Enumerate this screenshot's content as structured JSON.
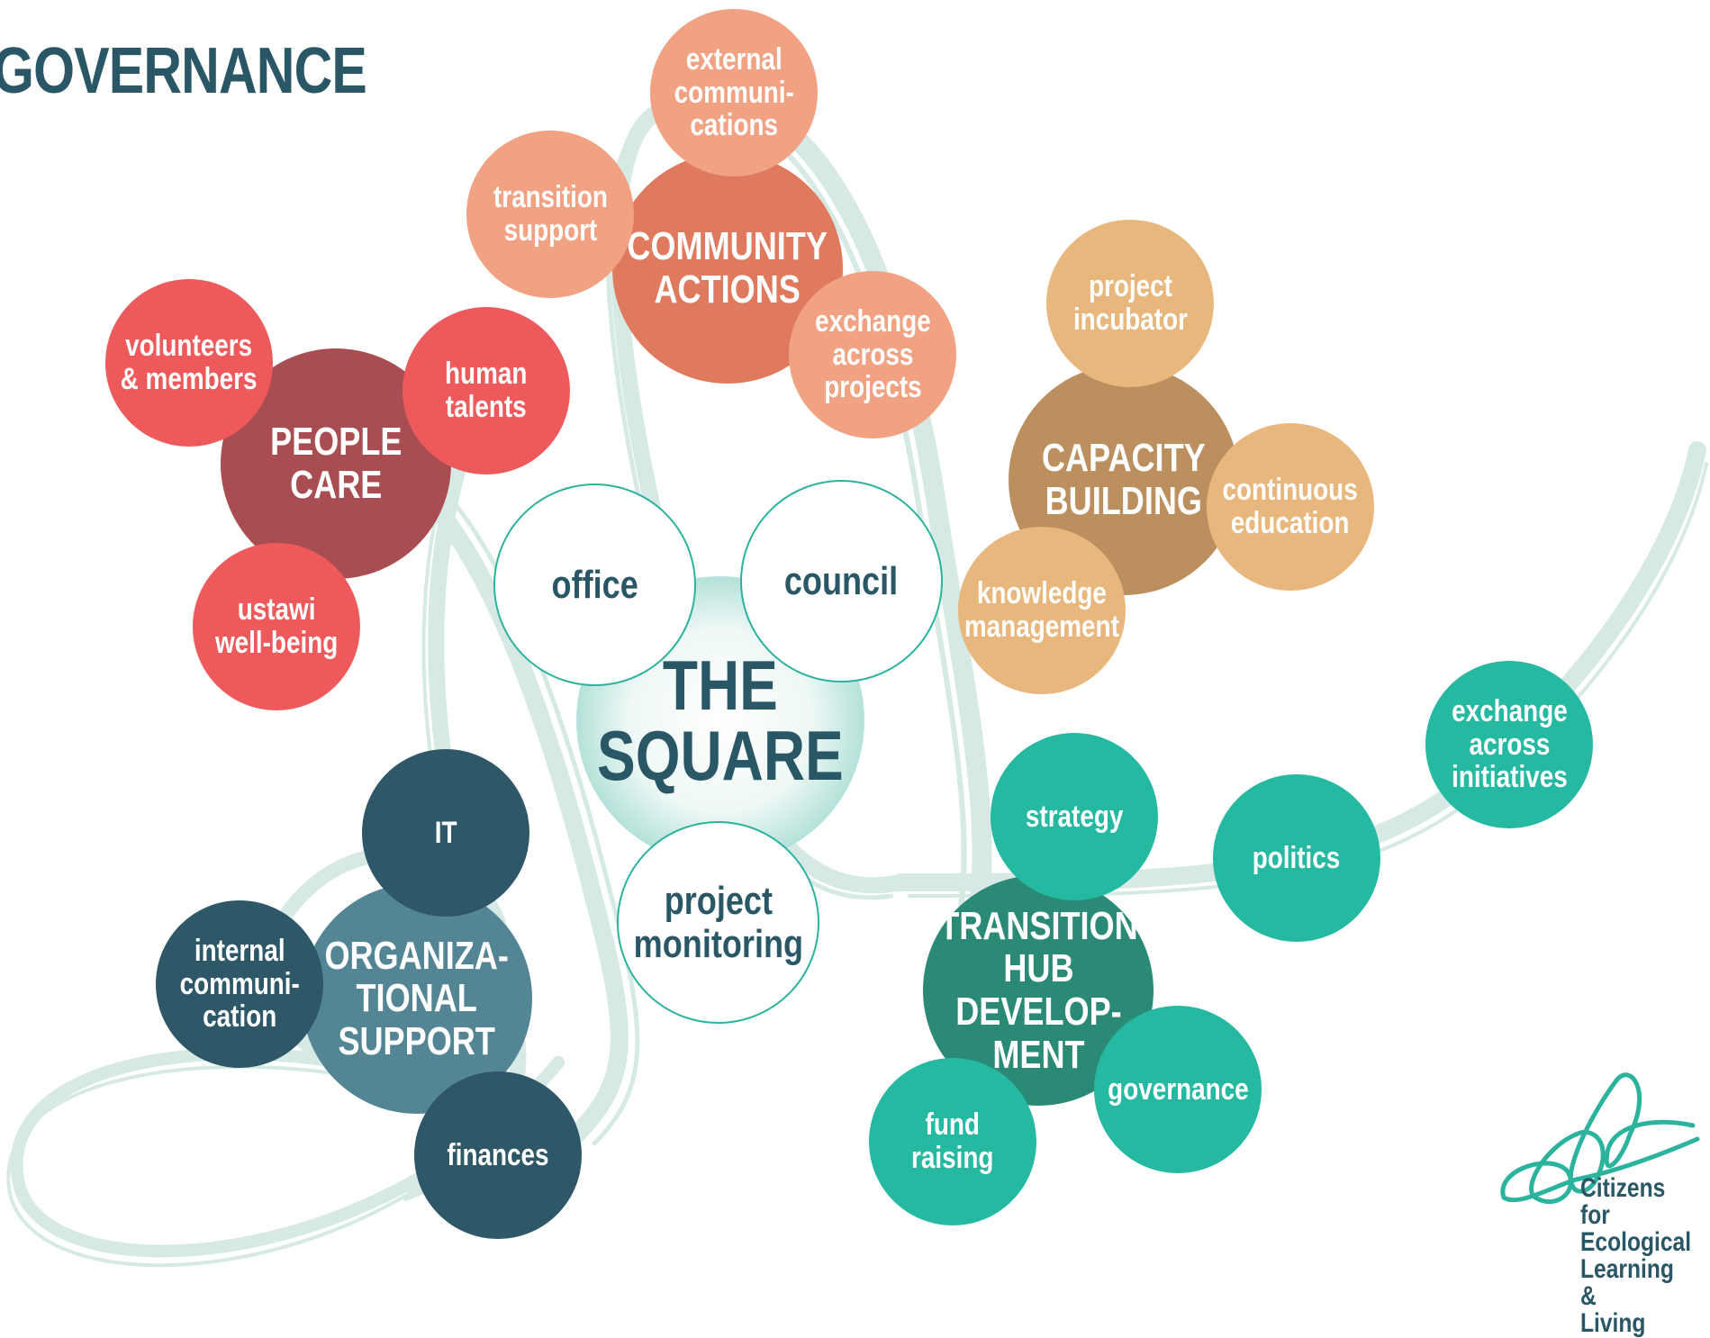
{
  "title": "GOVERNANCE",
  "center": {
    "label": "THE\nSQUARE",
    "satellites": {
      "office": "office",
      "council": "council",
      "project_monitoring": "project\nmonitoring"
    }
  },
  "clusters": {
    "community_actions": {
      "label": "COMMUNITY\nACTIONS",
      "color": "#e07a5f",
      "items": {
        "external_communications": "external\ncommuni-\ncations",
        "transition_support": "transition\nsupport",
        "exchange_across_projects": "exchange\nacross\nprojects"
      }
    },
    "people_care": {
      "label": "PEOPLE\nCARE",
      "color": "#a84e52",
      "items": {
        "volunteers_members": "volunteers\n& members",
        "human_talents": "human\ntalents",
        "ustawi_well_being": "ustawi\nwell-being"
      }
    },
    "capacity_building": {
      "label": "CAPACITY\nBUILDING",
      "color": "#bb8f5e",
      "items": {
        "project_incubator": "project\nincubator",
        "continuous_education": "continuous\neducation",
        "knowledge_management": "knowledge\nmanagement"
      }
    },
    "organizational_support": {
      "label": "ORGANIZA-\nTIONAL\nSUPPORT",
      "color": "#548595",
      "items": {
        "it": "IT",
        "internal_communication": "internal\ncommuni-\ncation",
        "finances": "finances"
      }
    },
    "transition_hub": {
      "label": "TRANSITION\nHUB DEVELOP-\nMENT",
      "color": "#2a8a76",
      "items": {
        "strategy": "strategy",
        "governance": "governance",
        "fund_raising": "fund\nraising",
        "politics": "politics",
        "exchange_across_initiatives": "exchange\nacross\ninitiatives"
      }
    }
  },
  "sub_colors": {
    "community": "#f0a283",
    "people": "#ee5a5c",
    "capacity": "#e8b77d",
    "org": "#2e5768",
    "hub": "#25b9a2"
  },
  "logo": {
    "text": "Citizens for\nEcological\nLearning &\nLiving",
    "icon": "ecological-spiral-logo-icon"
  },
  "swirl_color": "#d6e9e5"
}
